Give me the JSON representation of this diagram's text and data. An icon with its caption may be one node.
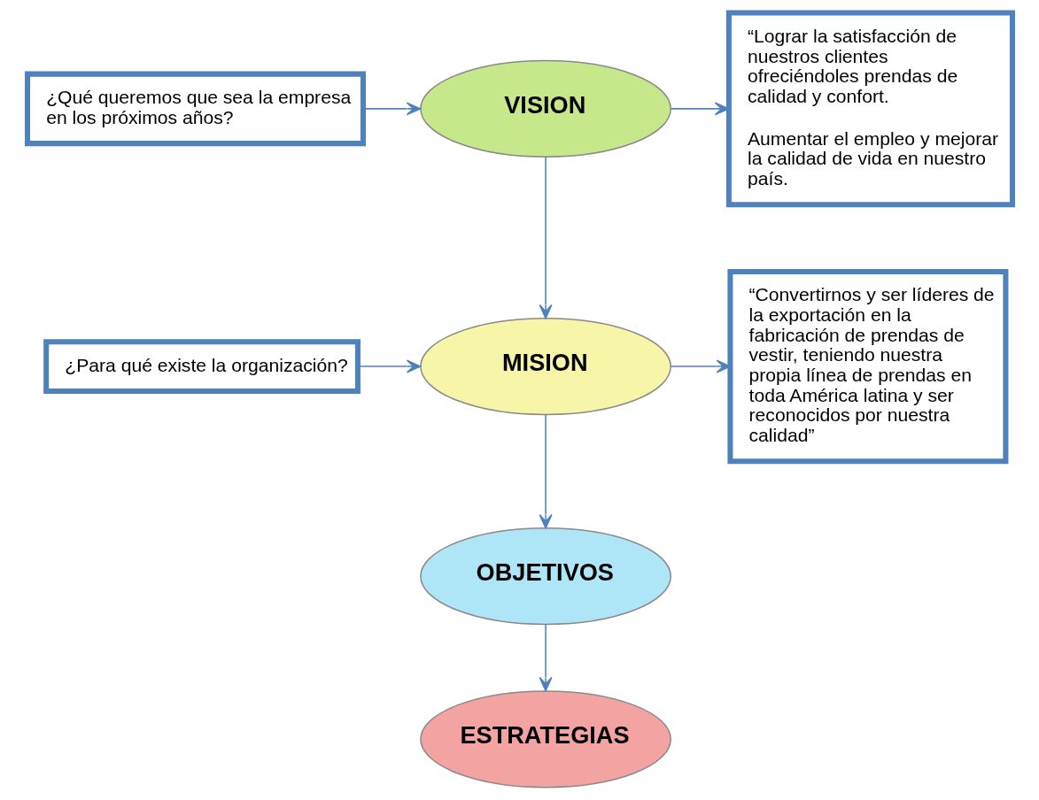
{
  "diagram": {
    "nodes": [
      {
        "text": [
          "¿Qué queremos que sea la empresa en los próximos años?"
        ]
      },
      {
        "text": [
          "VISION"
        ]
      },
      {
        "text": [
          "“Lograr la satisfacción de nuestros clientes ofreciéndoles prendas de calidad y confort.",
          "Aumentar el empleo y mejorar la calidad de vida en nuestro país."
        ]
      },
      {
        "text": [
          "¿Para qué existe la organización?"
        ]
      },
      {
        "text": [
          "MISION"
        ]
      },
      {
        "text": [
          "“Convertirnos y ser líderes de la exportación en la fabricación de prendas de vestir, teniendo nuestra propia línea de prendas en toda América latina y ser reconocidos por nuestra calidad”"
        ]
      },
      {
        "text": [
          "OBJETIVOS"
        ]
      },
      {
        "text": [
          "ESTRATEGIAS"
        ]
      }
    ],
    "edges": [
      {
        "from": 0,
        "to": 1,
        "arrow": "to"
      },
      {
        "from": 1,
        "to": 2,
        "arrow": "to"
      },
      {
        "from": 1,
        "to": 4,
        "arrow": "to"
      },
      {
        "from": 3,
        "to": 4,
        "arrow": "to"
      },
      {
        "from": 4,
        "to": 5,
        "arrow": "to"
      },
      {
        "from": 4,
        "to": 6,
        "arrow": "to"
      },
      {
        "from": 6,
        "to": 7,
        "arrow": "to"
      }
    ]
  }
}
